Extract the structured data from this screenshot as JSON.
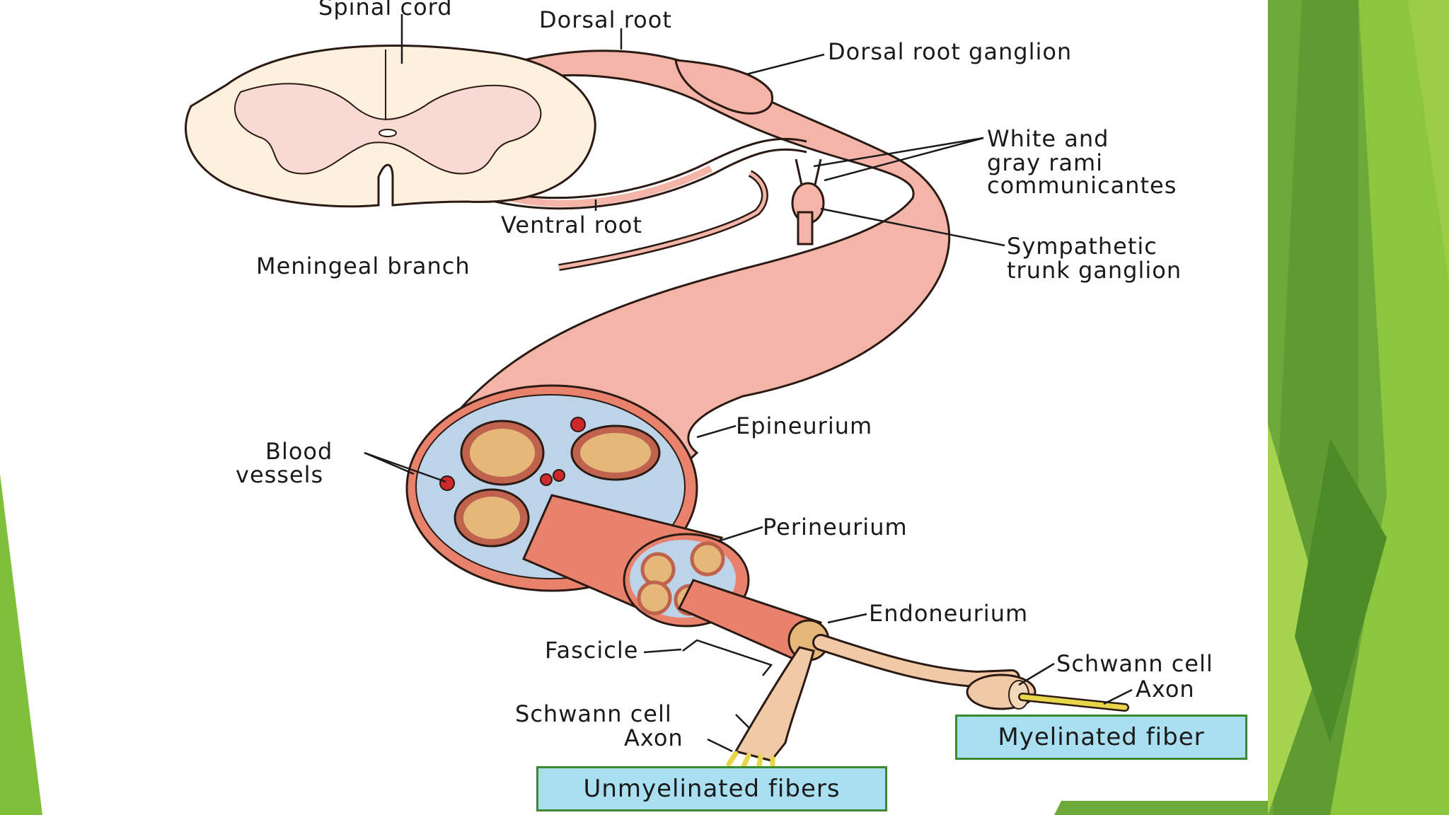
{
  "labels": {
    "spinal_cord": "Spinal cord",
    "dorsal_root": "Dorsal root",
    "dorsal_root_ganglion": "Dorsal root ganglion",
    "white_gray_rami_1": "White and",
    "white_gray_rami_2": "gray rami",
    "white_gray_rami_3": "communicantes",
    "ventral_root": "Ventral root",
    "meningeal_branch": "Meningeal branch",
    "sympathetic_1": "Sympathetic",
    "sympathetic_2": "trunk ganglion",
    "blood_1": "Blood",
    "blood_2": "vessels",
    "epineurium": "Epineurium",
    "perineurium": "Perineurium",
    "endoneurium": "Endoneurium",
    "fascicle": "Fascicle",
    "schwann_cell_right": "Schwann cell",
    "axon_right": "Axon",
    "schwann_cell_left": "Schwann cell",
    "axon_left": "Axon"
  },
  "boxes": {
    "myelinated": "Myelinated fiber",
    "unmyelinated": "Unmyelinated fibers"
  },
  "colors": {
    "nerve": "#f4b5a8",
    "nerve_dark": "#e8826c",
    "gray_matter": "#f8d9d3",
    "white_matter": "#fdf0dc",
    "epineurium_fill": "#bcd3e8",
    "fascicle_fill": "#e5b87a",
    "vessel": "#cc2a2a",
    "box_fill": "#a9dff0",
    "box_border": "#3c8a30",
    "background_green": "#7fbf3a"
  }
}
